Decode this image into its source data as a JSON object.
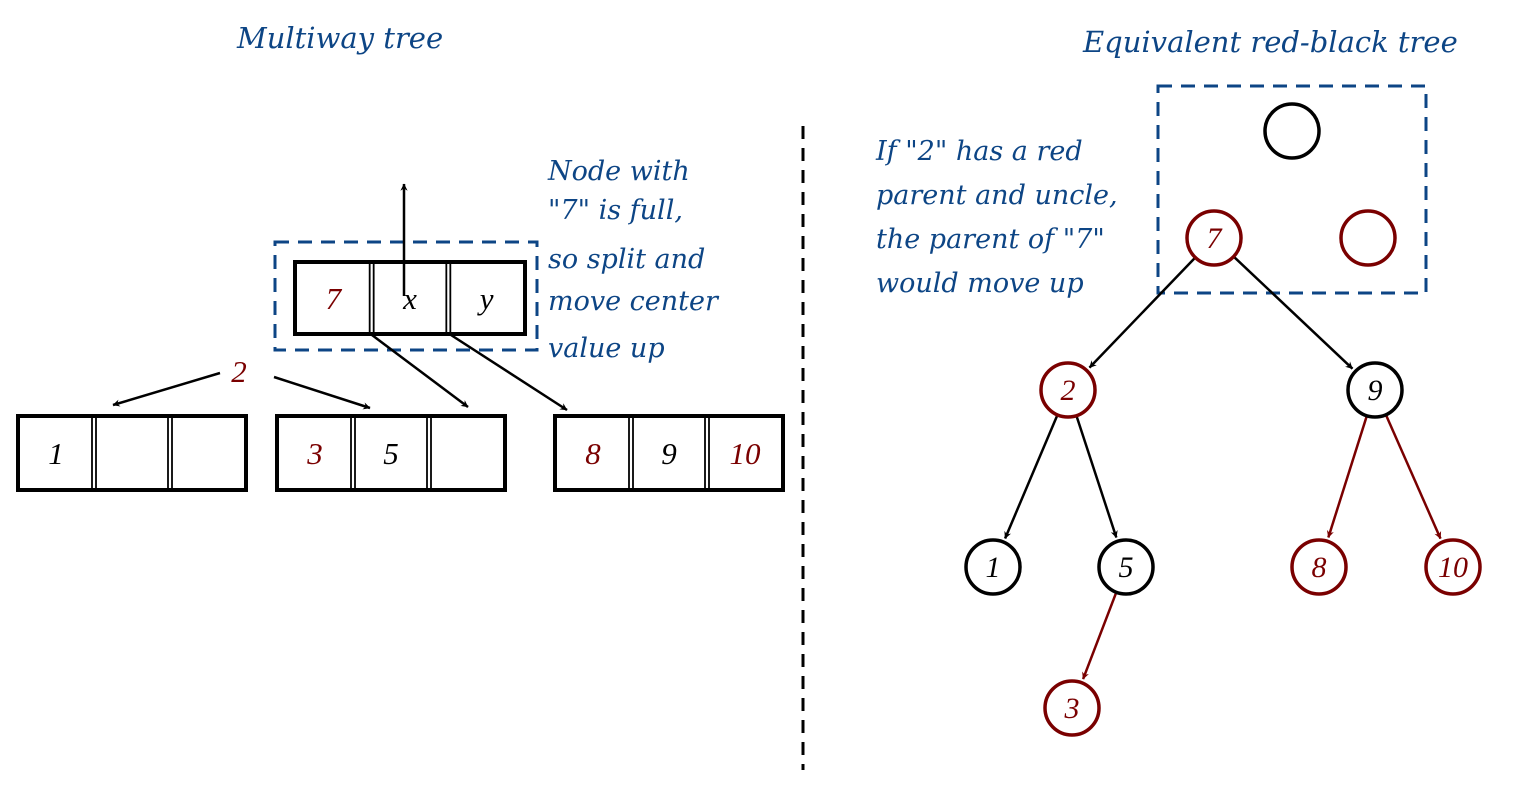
{
  "colors": {
    "black": "#000000",
    "red": "#7a0000",
    "annotation_blue": "#0d4585"
  },
  "left": {
    "title": "Multiway tree",
    "note_lines": [
      "Node with",
      "\"7\" is full,",
      "so split and",
      "move center",
      "value up"
    ],
    "floating_key": {
      "text": "2",
      "color": "red"
    },
    "parent_node": {
      "cells": [
        {
          "text": "7",
          "color": "red"
        },
        {
          "text": "x",
          "color": "black"
        },
        {
          "text": "y",
          "color": "black"
        }
      ]
    },
    "leaf_nodes": [
      {
        "cells": [
          {
            "text": "1",
            "color": "black"
          },
          {
            "text": "",
            "color": "black"
          },
          {
            "text": "",
            "color": "black"
          }
        ]
      },
      {
        "cells": [
          {
            "text": "3",
            "color": "red"
          },
          {
            "text": "5",
            "color": "black"
          },
          {
            "text": "",
            "color": "black"
          }
        ]
      },
      {
        "cells": [
          {
            "text": "8",
            "color": "red"
          },
          {
            "text": "9",
            "color": "black"
          },
          {
            "text": "10",
            "color": "red"
          }
        ]
      }
    ]
  },
  "right": {
    "title": "Equivalent red-black tree",
    "note_lines": [
      "If \"2\" has a red",
      "parent and uncle,",
      "the parent of \"7\"",
      "would move up"
    ],
    "nodes": [
      {
        "id": "grandparent",
        "text": "",
        "color": "black"
      },
      {
        "id": "n7",
        "text": "7",
        "color": "red"
      },
      {
        "id": "uncle",
        "text": "",
        "color": "red"
      },
      {
        "id": "n2",
        "text": "2",
        "color": "red"
      },
      {
        "id": "n9",
        "text": "9",
        "color": "black"
      },
      {
        "id": "n1",
        "text": "1",
        "color": "black"
      },
      {
        "id": "n5",
        "text": "5",
        "color": "black"
      },
      {
        "id": "n8",
        "text": "8",
        "color": "red"
      },
      {
        "id": "n10",
        "text": "10",
        "color": "red"
      },
      {
        "id": "n3",
        "text": "3",
        "color": "red"
      }
    ],
    "edges": [
      {
        "from": "n7",
        "to": "n2",
        "color": "black"
      },
      {
        "from": "n7",
        "to": "n9",
        "color": "black"
      },
      {
        "from": "n2",
        "to": "n1",
        "color": "black"
      },
      {
        "from": "n2",
        "to": "n5",
        "color": "black"
      },
      {
        "from": "n9",
        "to": "n8",
        "color": "red"
      },
      {
        "from": "n9",
        "to": "n10",
        "color": "red"
      },
      {
        "from": "n5",
        "to": "n3",
        "color": "red"
      }
    ]
  }
}
